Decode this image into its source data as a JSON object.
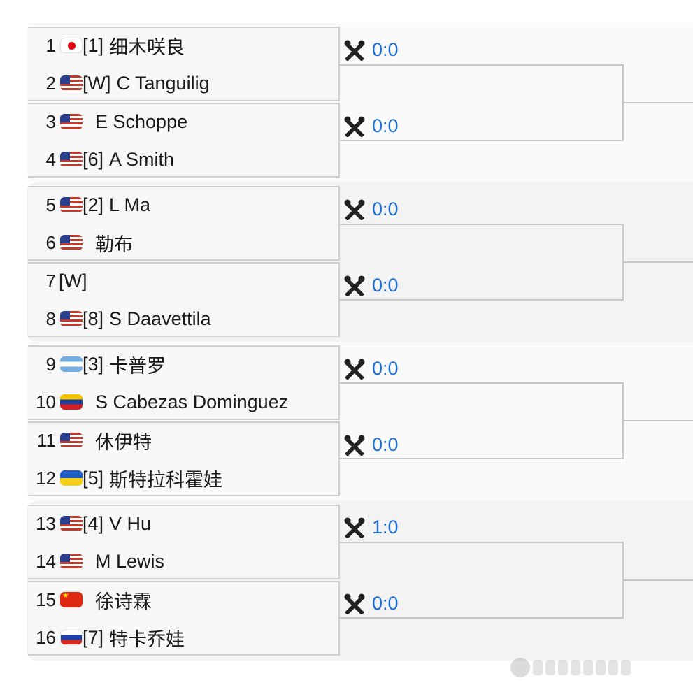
{
  "players": [
    {
      "num": "1",
      "flag": "jp",
      "seed": "[1]",
      "name": "细木咲良"
    },
    {
      "num": "2",
      "flag": "us",
      "seed": "[W]",
      "name": "C Tanguilig"
    },
    {
      "num": "3",
      "flag": "us",
      "seed": "",
      "name": "E Schoppe"
    },
    {
      "num": "4",
      "flag": "us",
      "seed": "[6]",
      "name": "A Smith"
    },
    {
      "num": "5",
      "flag": "us",
      "seed": "[2]",
      "name": "L Ma"
    },
    {
      "num": "6",
      "flag": "us",
      "seed": "",
      "name": "勒布"
    },
    {
      "num": "7",
      "flag": "none",
      "seed": "[W]",
      "name": ""
    },
    {
      "num": "8",
      "flag": "us",
      "seed": "[8]",
      "name": "S Daavettila"
    },
    {
      "num": "9",
      "flag": "ar",
      "seed": "[3]",
      "name": "卡普罗"
    },
    {
      "num": "10",
      "flag": "ve",
      "seed": "",
      "name": "S Cabezas Dominguez"
    },
    {
      "num": "11",
      "flag": "us",
      "seed": "",
      "name": "休伊特"
    },
    {
      "num": "12",
      "flag": "ua",
      "seed": "[5]",
      "name": "斯特拉科霍娃"
    },
    {
      "num": "13",
      "flag": "us",
      "seed": "[4]",
      "name": "V Hu"
    },
    {
      "num": "14",
      "flag": "us",
      "seed": "",
      "name": "M Lewis"
    },
    {
      "num": "15",
      "flag": "cn",
      "seed": "",
      "name": "徐诗霖"
    },
    {
      "num": "16",
      "flag": "ru",
      "seed": "[7]",
      "name": "特卡乔娃"
    }
  ],
  "matches": [
    {
      "score": "0:0",
      "icon": "crossed-rackets-icon"
    },
    {
      "score": "0:0",
      "icon": "crossed-rackets-icon"
    },
    {
      "score": "0:0",
      "icon": "crossed-rackets-icon"
    },
    {
      "score": "0:0",
      "icon": "crossed-rackets-icon"
    },
    {
      "score": "0:0",
      "icon": "crossed-rackets-icon"
    },
    {
      "score": "0:0",
      "icon": "crossed-rackets-icon"
    },
    {
      "score": "1:0",
      "icon": "crossed-rackets-icon"
    },
    {
      "score": "0:0",
      "icon": "crossed-rackets-icon"
    }
  ],
  "colors": {
    "score": "#1f6fd0",
    "band_white": "#ffffff",
    "band_grey": "#f3f3f3",
    "cell_bg": "#f7f7f7",
    "line": "#c8c8c8"
  }
}
